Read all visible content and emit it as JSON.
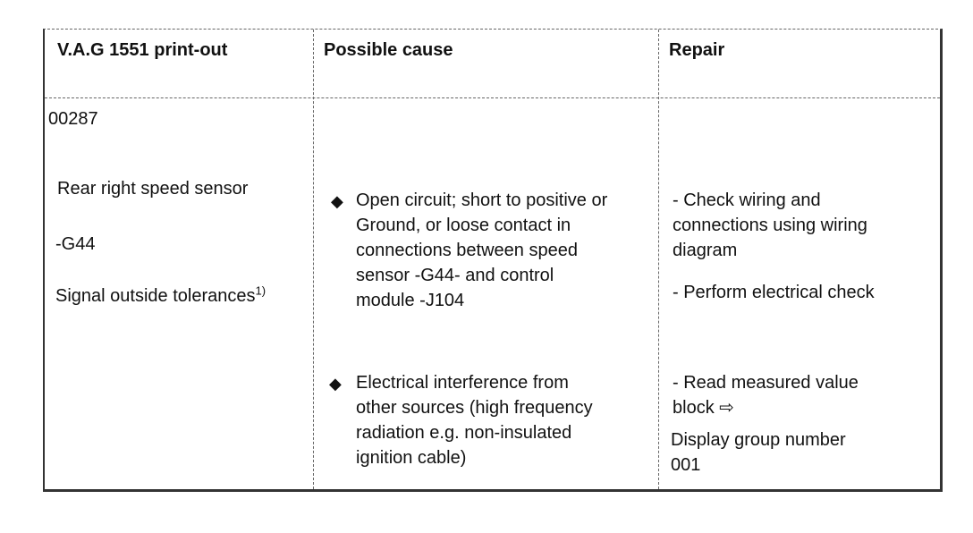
{
  "headers": {
    "col1": "V.A.G 1551 print-out",
    "col2": "Possible cause",
    "col3": "Repair"
  },
  "printout": {
    "code": "00287",
    "name": "Rear right speed sensor",
    "part": "-G44",
    "signal": "Signal outside tolerances",
    "footnote": "1)"
  },
  "causes": [
    {
      "bullet": "◆",
      "lines": [
        "Open circuit; short to positive or",
        "Ground, or loose contact in",
        "connections between speed",
        "sensor -G44- and control",
        "module -J104"
      ]
    },
    {
      "bullet": "◆",
      "lines": [
        "Electrical interference from",
        "other sources (high frequency",
        "radiation e.g. non-insulated",
        "ignition cable)"
      ]
    }
  ],
  "repairs": {
    "r1_lines": [
      "- Check wiring and",
      "connections using wiring",
      "diagram"
    ],
    "r2": "- Perform electrical check",
    "r3_lines": [
      "- Read measured value",
      "block"
    ],
    "r3_arrow": "⇨",
    "r4_lines": [
      "Display group number",
      "001"
    ]
  }
}
